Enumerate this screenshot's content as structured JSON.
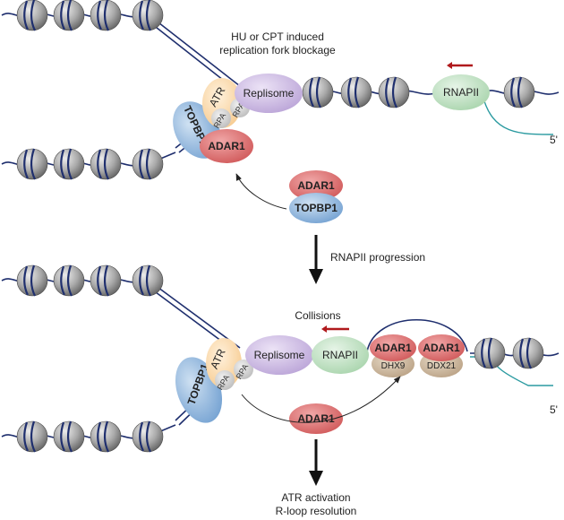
{
  "top_panel": {
    "caption_line1": "HU or CPT induced",
    "caption_line2": "replication fork blockage",
    "atr_label": "ATR",
    "rpa_label_1": "RPA",
    "rpa_label_2": "RPA",
    "topbp1_label": "TOPBP1",
    "adar1_label": "ADAR1",
    "replisome_label": "Replisome",
    "rnapii_label": "RNAPII",
    "five_prime_label": "5'",
    "complex_adar1_label": "ADAR1",
    "complex_topbp1_label": "TOPBP1"
  },
  "transition": {
    "label": "RNAPII progression"
  },
  "bottom_panel": {
    "collisions_label": "Collisions",
    "atr_label": "ATR",
    "rpa_label_1": "RPA",
    "rpa_label_2": "RPA",
    "topbp1_label": "TOPBP1",
    "replisome_label": "Replisome",
    "rnapii_label": "RNAPII",
    "adar1_left_label": "ADAR1",
    "adar1_right_label": "ADAR1",
    "dhx9_label": "DHX9",
    "ddx21_label": "DDX21",
    "five_prime_label": "5'",
    "free_adar1_label": "ADAR1"
  },
  "outcome": {
    "line1": "ATR activation",
    "line2": "R-loop resolution"
  },
  "colors": {
    "dna": "#1f2f6e",
    "rna": "#2a9aa0",
    "red_arrow": "#b0191c",
    "replisome": "#c9b6e0",
    "rnapii": "#bfe0c2",
    "atr": "#fbd9a8",
    "rpa": "#cfcfcf",
    "topbp1": "#8fb6dd",
    "adar1": "#dd6f70",
    "helicase": "#c9b59b"
  }
}
